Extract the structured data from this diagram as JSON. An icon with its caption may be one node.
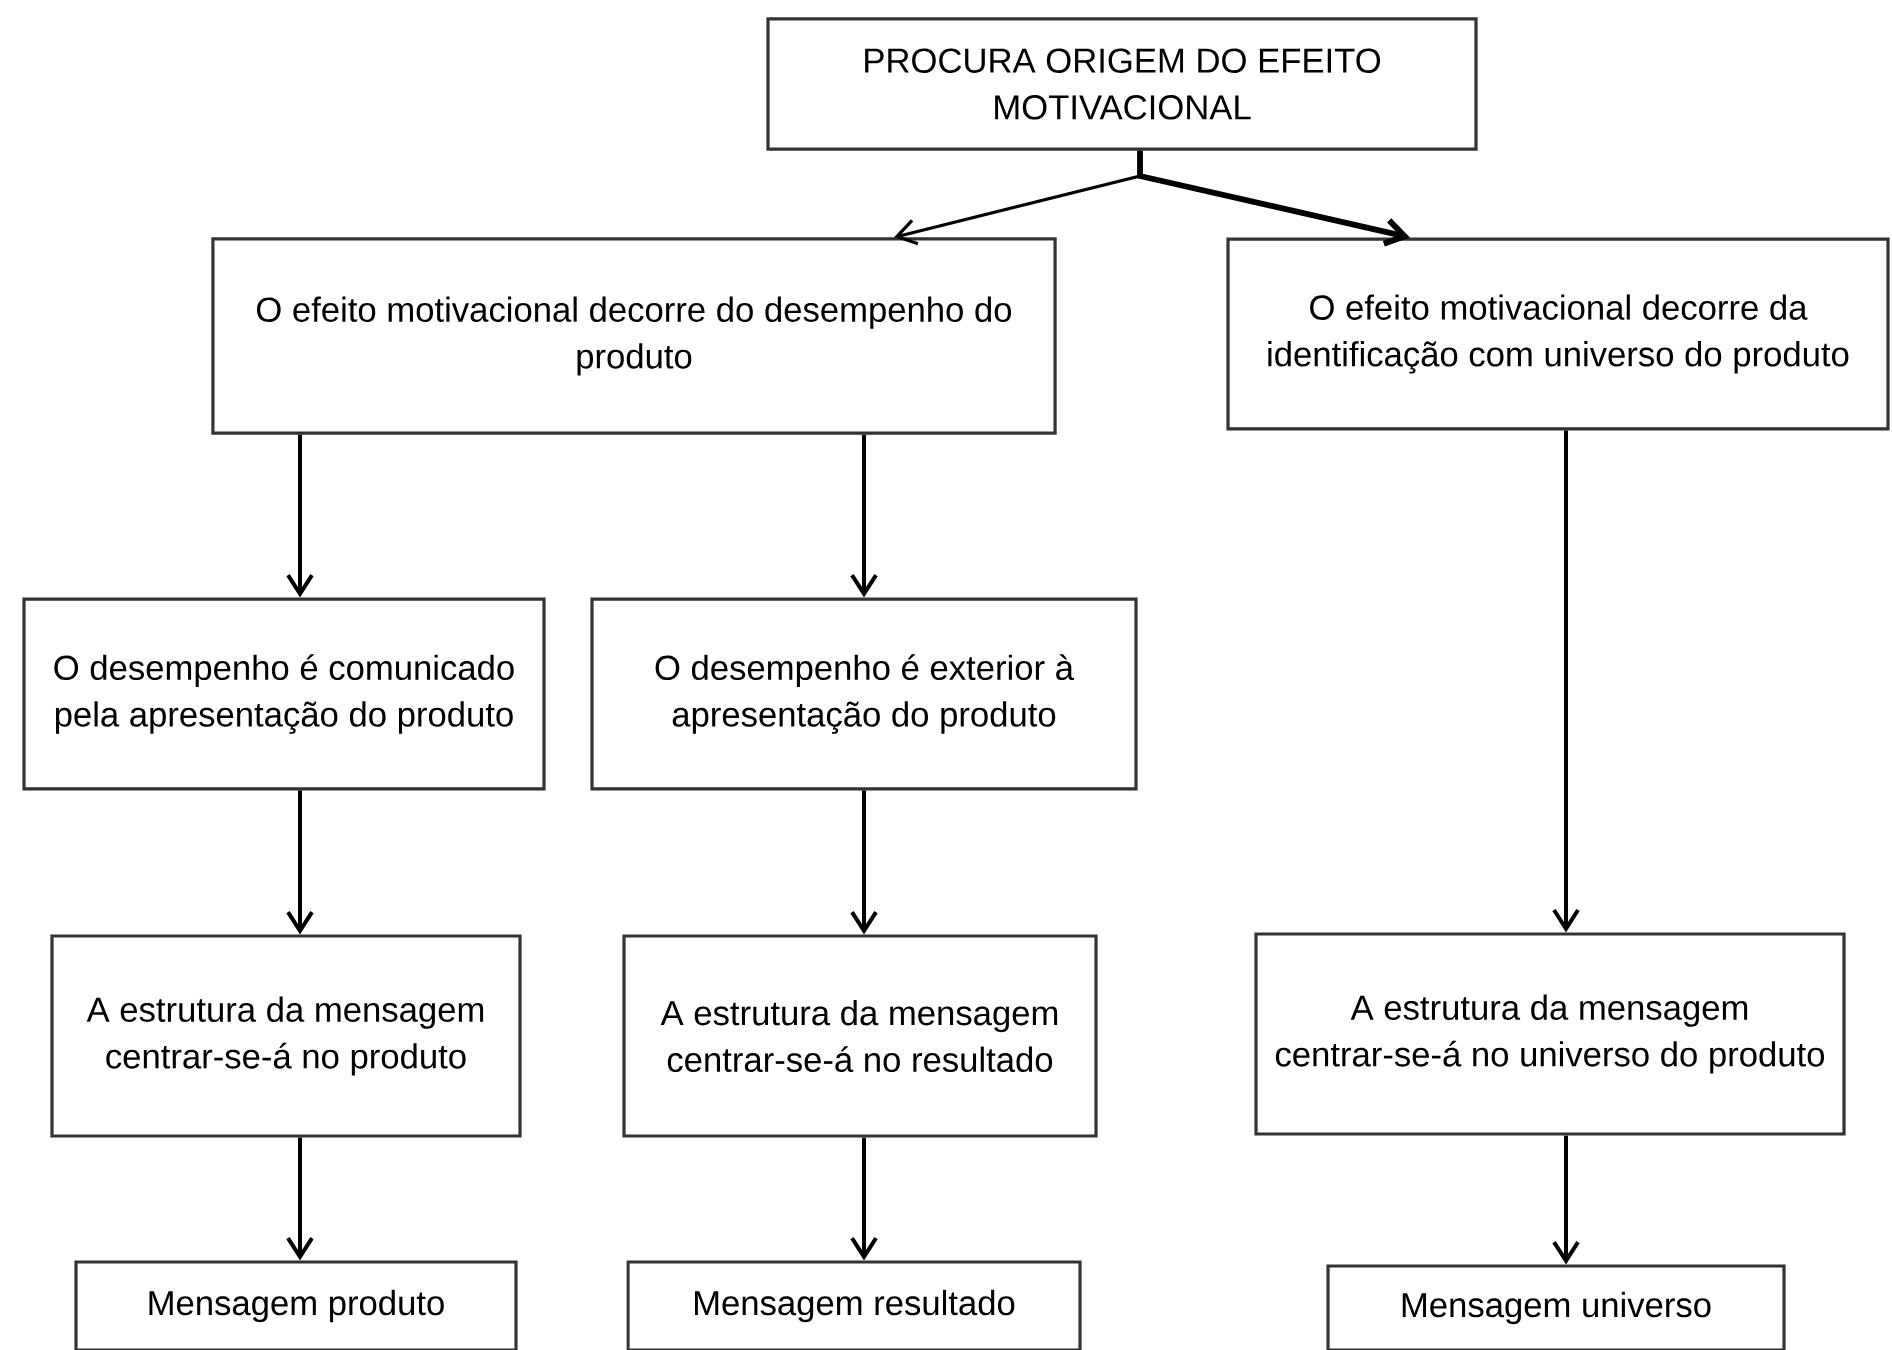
{
  "diagram": {
    "nodes": [
      {
        "text": [
          "PROCURA ORIGEM DO EFEITO MOTIVACIONAL"
        ]
      },
      {
        "text": [
          "O efeito motivacional decorre do desempenho do produto"
        ]
      },
      {
        "text": [
          "O efeito motivacional decorre da identificação com universo do produto"
        ]
      },
      {
        "text": [
          "O desempenho é comunicado pela apresentação do produto"
        ]
      },
      {
        "text": [
          "O desempenho é exterior à apresentação do produto"
        ]
      },
      {
        "text": [
          "A estrutura da mensagem centrar-se-á no produto"
        ]
      },
      {
        "text": [
          "A estrutura da mensagem centrar-se-á no resultado"
        ]
      },
      {
        "text": [
          "A estrutura da mensagem centrar-se-á no universo do produto"
        ]
      },
      {
        "text": [
          "Mensagem produto"
        ]
      },
      {
        "text": [
          "Mensagem resultado"
        ]
      },
      {
        "text": [
          "Mensagem universo"
        ]
      }
    ],
    "edges": [
      {
        "from": 0,
        "to": 1,
        "arrow": "to"
      },
      {
        "from": 0,
        "to": 2,
        "arrow": "to"
      },
      {
        "from": 1,
        "to": 3,
        "arrow": "to"
      },
      {
        "from": 1,
        "to": 4,
        "arrow": "to"
      },
      {
        "from": 2,
        "to": 7,
        "arrow": "to"
      },
      {
        "from": 3,
        "to": 5,
        "arrow": "to"
      },
      {
        "from": 4,
        "to": 6,
        "arrow": "to"
      },
      {
        "from": 5,
        "to": 8,
        "arrow": "to"
      },
      {
        "from": 6,
        "to": 9,
        "arrow": "to"
      },
      {
        "from": 7,
        "to": 10,
        "arrow": "to"
      }
    ]
  }
}
